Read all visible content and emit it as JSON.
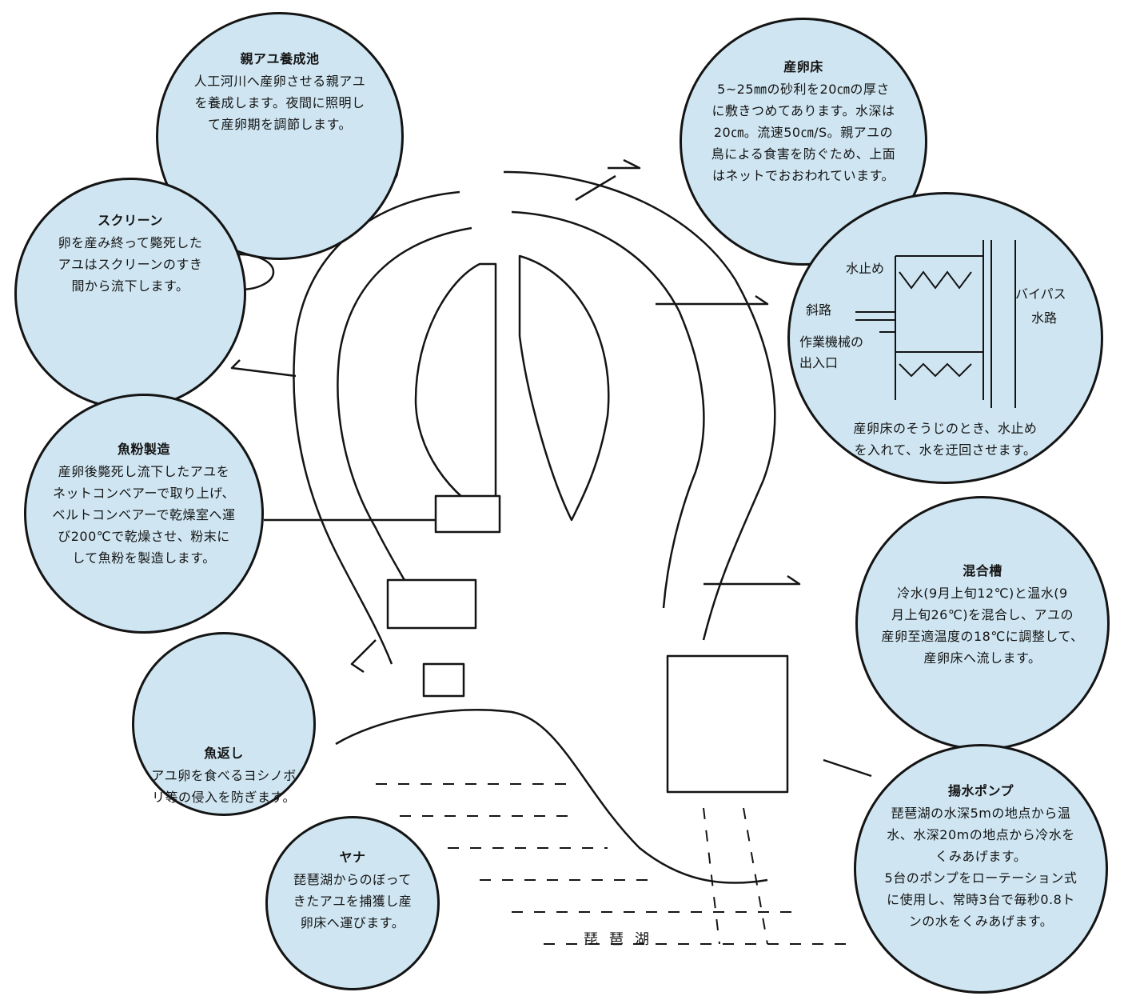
{
  "colors": {
    "bubble": "#cfe6f2",
    "ink": "#141414",
    "paper": "#ffffff"
  },
  "callouts": {
    "oya_ayu": {
      "title": "親アユ養成池",
      "lines": [
        "人工河川へ産卵させる親アユ",
        "を養成します。夜間に照明し",
        "て産卵期を調節します。"
      ]
    },
    "screen": {
      "title": "スクリーン",
      "lines": [
        "卵を産み終って斃死した",
        "アユはスクリーンのすき",
        "間から流下します。"
      ]
    },
    "gyofun": {
      "title": "魚粉製造",
      "lines": [
        "産卵後斃死し流下したアユを",
        "ネットコンベアーで取り上げ、",
        "ベルトコンベアーで乾燥室へ運",
        "び200℃で乾燥させ、粉末に",
        "して魚粉を製造します。"
      ]
    },
    "uogaeshi": {
      "title": "魚返し",
      "lines": [
        "アユ卵を食べるヨシノボ",
        "リ等の侵入を防ぎます。"
      ]
    },
    "yana": {
      "title": "ヤナ",
      "lines": [
        "琵琶湖からのぼって",
        "きたアユを捕獲し産",
        "卵床へ運びます。"
      ]
    },
    "sanrando": {
      "title": "産卵床",
      "lines": [
        "5~25㎜の砂利を20㎝の厚さ",
        "に敷きつめてあります。水深は",
        "20㎝。流速50㎝/S。親アユの",
        "鳥による食害を防ぐため、上面",
        "はネットでおおわれています。"
      ]
    },
    "bypass": {
      "labels": {
        "mizudome": "水止め",
        "shaoro": "斜路",
        "sagyo1": "作業機械の",
        "sagyo2": "出入口",
        "bypass1": "バイパス",
        "bypass2": "水路"
      },
      "lines": [
        "産卵床のそうじのとき、水止め",
        "を入れて、水を迂回させます。"
      ]
    },
    "kongo": {
      "title": "混合槽",
      "lines": [
        "冷水(9月上旬12℃)と温水(9",
        "月上旬26℃)を混合し、アユの",
        "産卵至適温度の18℃に調整して、",
        "産卵床へ流します。"
      ]
    },
    "pump": {
      "title": "揚水ポンプ",
      "lines": [
        "琵琶湖の水深5mの地点から温",
        "水、水深20mの地点から冷水を",
        "くみあげます。",
        "5台のポンプをローテーション式",
        "に使用し、常時3台で毎秒0.8ト",
        "ンの水をくみあげます。"
      ]
    }
  },
  "lake_label": "琵琶湖"
}
